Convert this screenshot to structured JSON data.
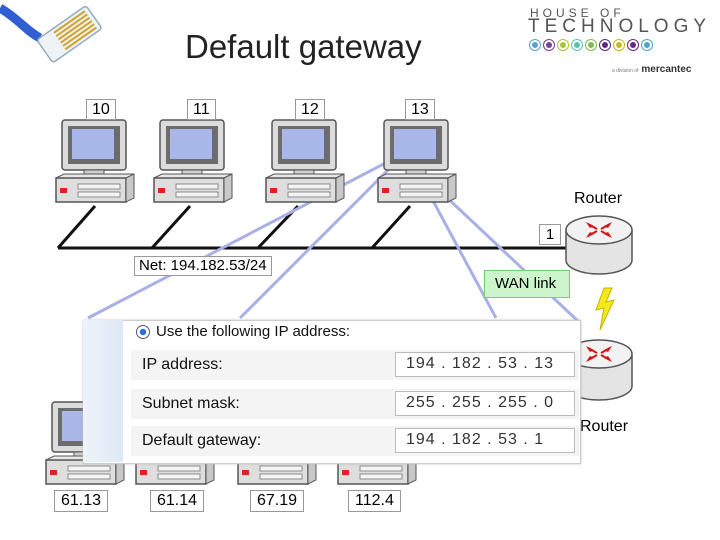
{
  "title": "Default gateway",
  "brand": {
    "line1": "HOUSE OF",
    "line2": "TECHNOLOGY",
    "line3_prefix": "a division of",
    "line3": "mercantec",
    "dot_colors": [
      "#5aa0d8",
      "#7b3f98",
      "#a8c43a",
      "#58c2b0",
      "#7fba4a",
      "#5b2a7a",
      "#c8b820",
      "#6a2a80",
      "#4aa6c8"
    ]
  },
  "pcs_top": [
    {
      "label": "10"
    },
    {
      "label": "11"
    },
    {
      "label": "12"
    },
    {
      "label": "13"
    }
  ],
  "net_label": "Net: 194.182.53/24",
  "router_top": {
    "label": "Router",
    "port": "1"
  },
  "wan_label": "WAN link",
  "router_bottom": {
    "label": "Router"
  },
  "ip_panel": {
    "option": "Use the following IP address:",
    "rows": [
      {
        "label": "IP address:",
        "value": "194 .  182 .  53  .  13"
      },
      {
        "label": "Subnet mask:",
        "value": "255 .  255 .  255 .  0"
      },
      {
        "label": "Default gateway:",
        "value": "194 .  182 .  53  .  1"
      }
    ]
  },
  "pcs_bottom": [
    {
      "label": "61.13"
    },
    {
      "label": "61.14"
    },
    {
      "label": "67.19"
    },
    {
      "label": "112.4"
    }
  ],
  "colors": {
    "screen": "#a9b8e8",
    "link_line": "#a9b0e6",
    "router_body": "#e8e8e8",
    "wan_bg": "#ccf5cc"
  }
}
